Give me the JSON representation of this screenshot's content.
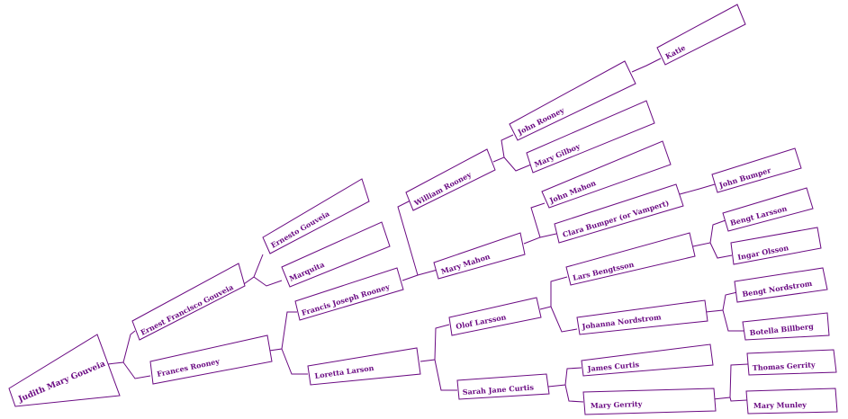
{
  "colors": {
    "line": "#6a0a82",
    "text": "#6a0a82",
    "background": "#ffffff"
  },
  "people": [
    {
      "id": "judith",
      "name": "Judith Mary Gouveia"
    },
    {
      "id": "ernest",
      "name": "Ernest Francisco Gouveia"
    },
    {
      "id": "frances",
      "name": "Frances Rooney"
    },
    {
      "id": "ernesto",
      "name": "Ernesto Gouveia"
    },
    {
      "id": "marquita",
      "name": "Marquita"
    },
    {
      "id": "francisjr",
      "name": "Francis Joseph Rooney"
    },
    {
      "id": "loretta",
      "name": "Loretta Larson"
    },
    {
      "id": "william",
      "name": "William Rooney"
    },
    {
      "id": "marymahon",
      "name": "Mary Mahon"
    },
    {
      "id": "olof",
      "name": "Olof Larsson"
    },
    {
      "id": "sarah",
      "name": "Sarah Jane Curtis"
    },
    {
      "id": "johnrooney",
      "name": "John Rooney"
    },
    {
      "id": "marygilboy",
      "name": "Mary Gilboy"
    },
    {
      "id": "johnmahon",
      "name": "John Mahon"
    },
    {
      "id": "clara",
      "name": "Clara Bumper (or Vampert)"
    },
    {
      "id": "lars",
      "name": "Lars Bengtsson"
    },
    {
      "id": "johanna",
      "name": "Johanna Nordstrom"
    },
    {
      "id": "james",
      "name": "James Curtis"
    },
    {
      "id": "marygerrity",
      "name": "Mary Gerrity"
    },
    {
      "id": "katie",
      "name": "Katie"
    },
    {
      "id": "johnbumper",
      "name": "John Bumper"
    },
    {
      "id": "bengtl",
      "name": "Bengt Larsson"
    },
    {
      "id": "ingar",
      "name": "Ingar Olsson"
    },
    {
      "id": "bengtn",
      "name": "Bengt Nordstrom"
    },
    {
      "id": "botella",
      "name": "Botella Billberg"
    },
    {
      "id": "thomas",
      "name": "Thomas Gerrity"
    },
    {
      "id": "marymunley",
      "name": "Mary Munley"
    }
  ]
}
